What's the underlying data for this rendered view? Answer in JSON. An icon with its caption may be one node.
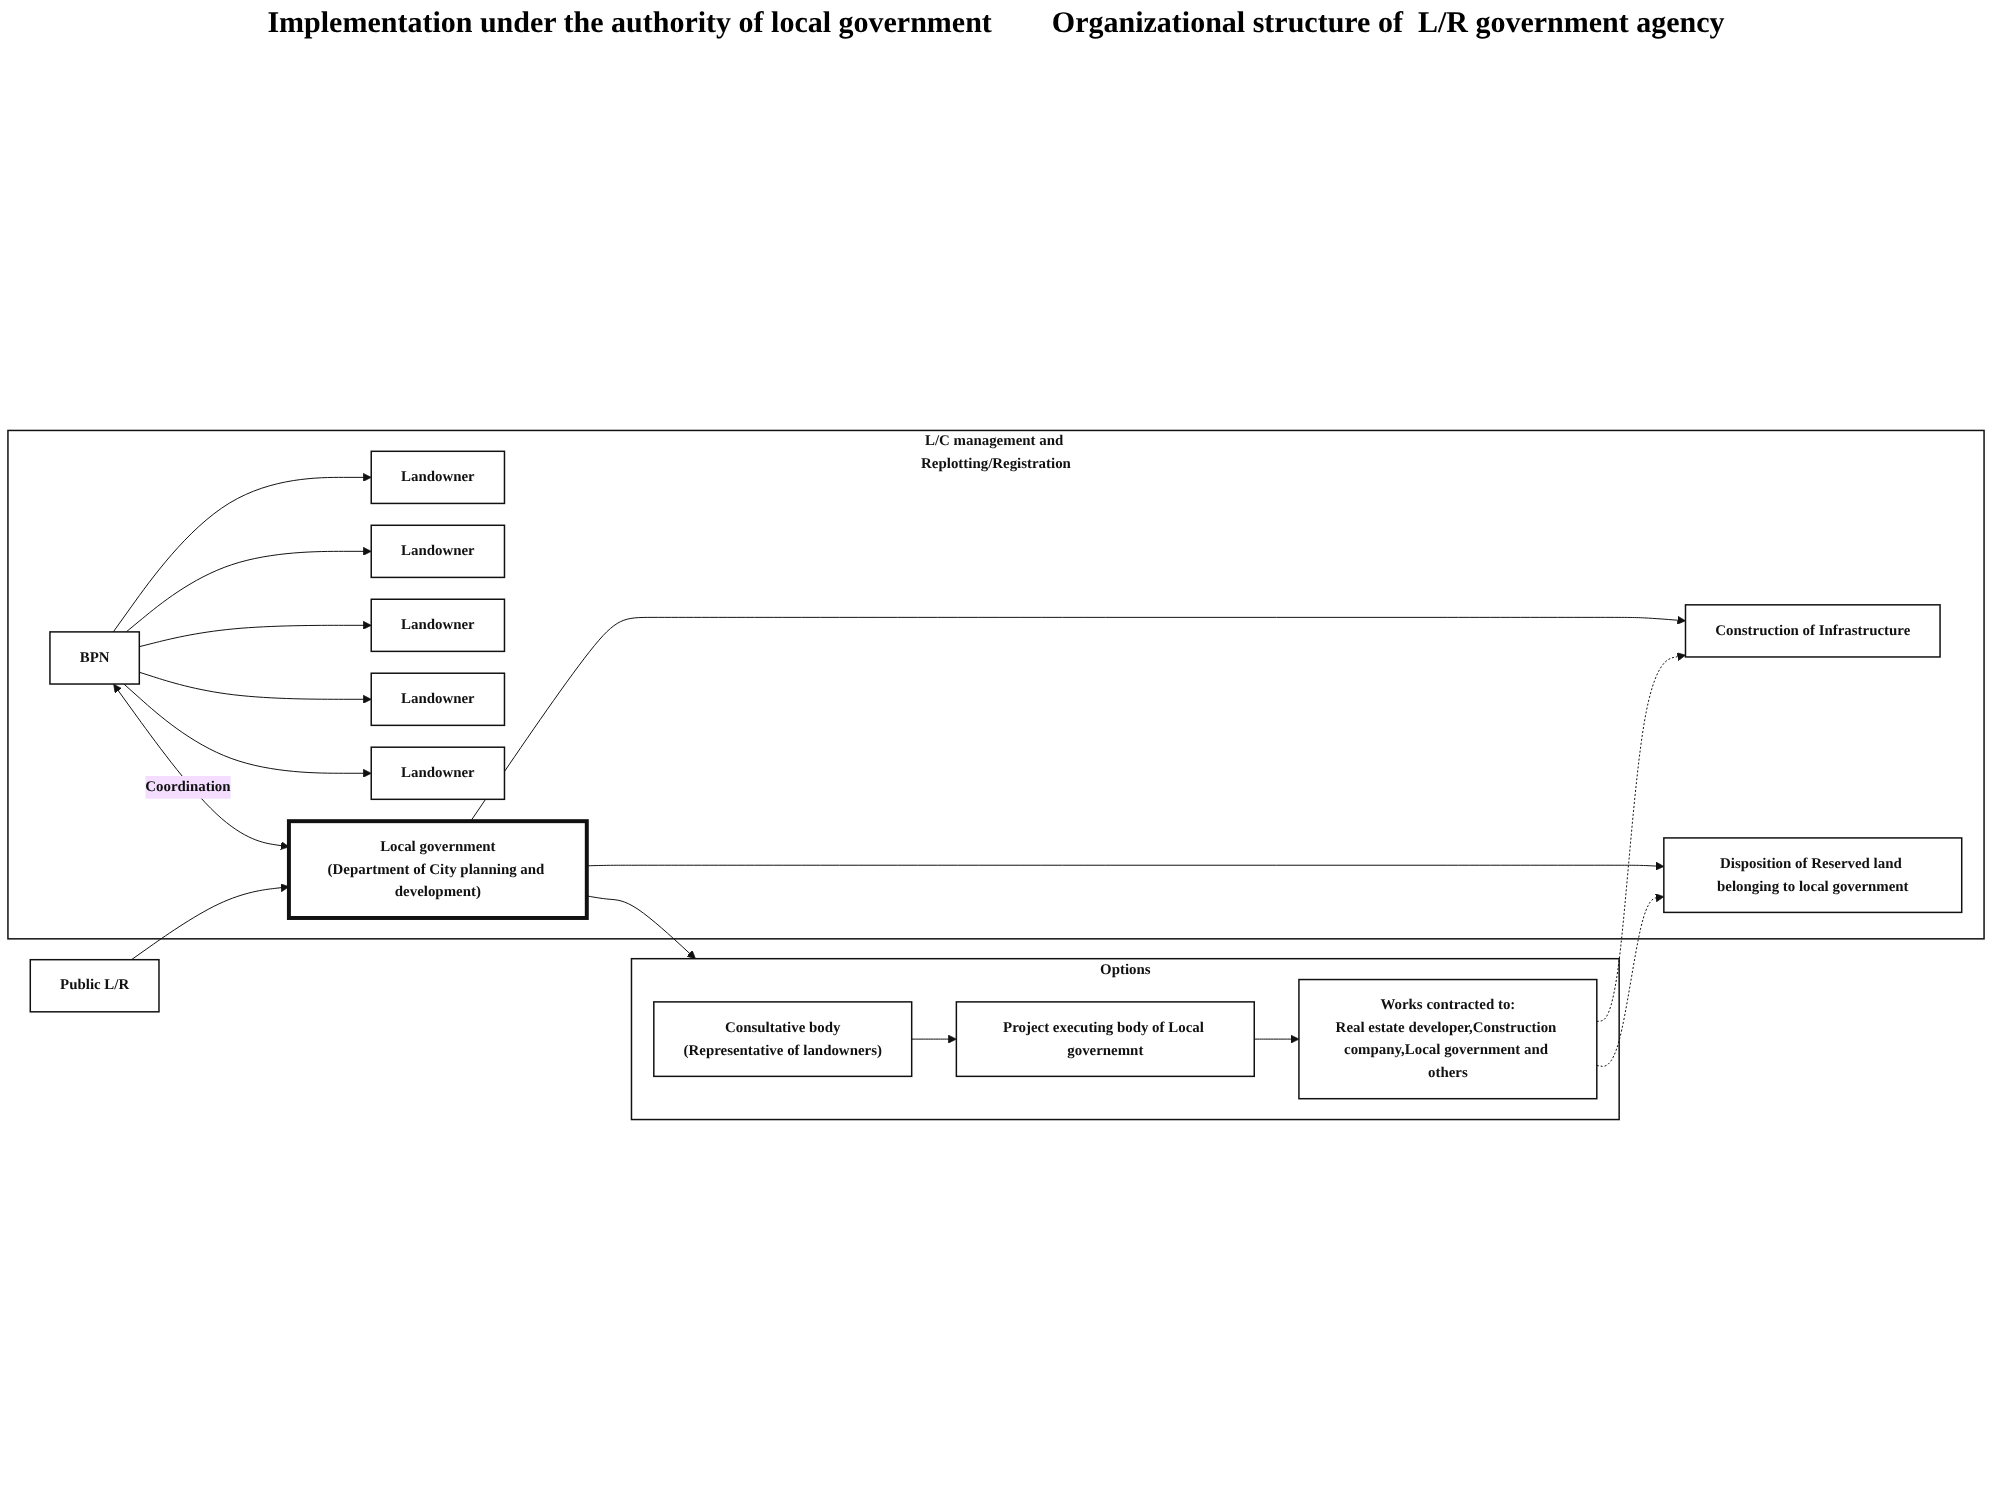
{
  "diagram": {
    "nodes": [
      {
        "text": [
          "L/C management and Replotting/Registration"
        ]
      },
      {
        "text": [
          "BPN"
        ],
        "in": 0
      },
      {
        "text": [
          "Landowner"
        ],
        "in": 0
      },
      {
        "text": [
          "Landowner"
        ],
        "in": 0
      },
      {
        "text": [
          "Landowner"
        ],
        "in": 0
      },
      {
        "text": [
          "Landowner"
        ],
        "in": 0
      },
      {
        "text": [
          "Landowner"
        ],
        "in": 0
      },
      {
        "text": [
          "Local government",
          "(Department of City planning and development)"
        ],
        "in": 0
      },
      {
        "text": [
          "Construction of Infrastructure"
        ],
        "in": 0
      },
      {
        "text": [
          "Disposition of Reserved land belonging to local government"
        ],
        "in": 0
      },
      {
        "text": [
          "Public L/R"
        ]
      },
      {
        "text": [
          "Options"
        ]
      },
      {
        "text": [
          "Consultative body",
          "(Representative of landowners)"
        ],
        "in": 11
      },
      {
        "text": [
          "Project executing body of Local governemnt"
        ],
        "in": 11
      },
      {
        "text": [
          "Works contracted to:",
          "Real estate developer,Construction company,Local government and others"
        ],
        "in": 11
      }
    ],
    "edges": [
      {
        "from": 1,
        "to": 2,
        "arrow": "to"
      },
      {
        "from": 1,
        "to": 3,
        "arrow": "to"
      },
      {
        "from": 1,
        "to": 4,
        "arrow": "to"
      },
      {
        "from": 1,
        "to": 5,
        "arrow": "to"
      },
      {
        "from": 1,
        "to": 6,
        "arrow": "to"
      },
      {
        "from": 1,
        "to": 7,
        "arrow": "both",
        "label": "Coordination"
      },
      {
        "from": 10,
        "to": 7,
        "arrow": "to"
      },
      {
        "from": 7,
        "to": 8,
        "arrow": "to"
      },
      {
        "from": 7,
        "to": 9,
        "arrow": "to"
      },
      {
        "from": 7,
        "to": 11,
        "arrow": "to"
      },
      {
        "from": 12,
        "to": 13,
        "arrow": "to"
      },
      {
        "from": 13,
        "to": 14,
        "arrow": "to"
      },
      {
        "from": 14,
        "to": 8,
        "arrow": "to",
        "style": "dashed"
      },
      {
        "from": 14,
        "to": 9,
        "arrow": "to",
        "style": "dashed"
      }
    ],
    "labels": [
      "Implementation under the authority of local government",
      "Organizational structure of  L/R government agency"
    ]
  }
}
